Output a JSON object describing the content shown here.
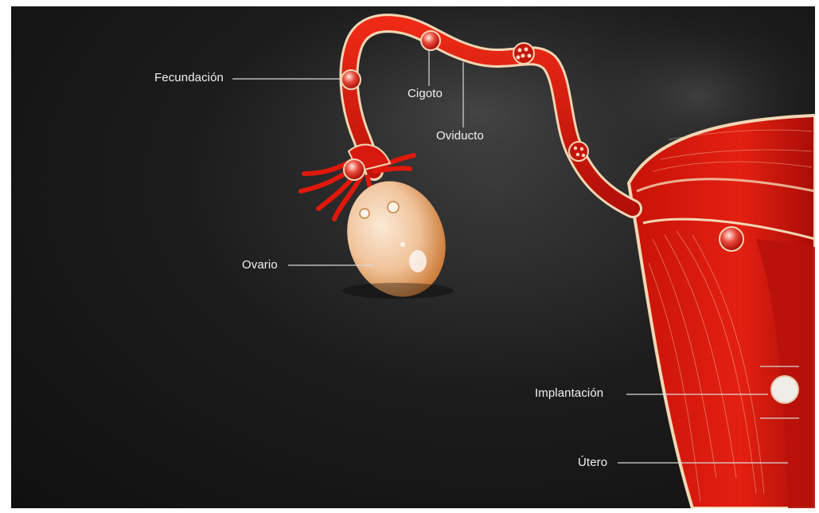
{
  "labels": {
    "fecundacion": "Fecundación",
    "cigoto": "Cigoto",
    "oviducto": "Oviducto",
    "ovario": "Ovario",
    "implantacion": "Implantación",
    "utero": "Útero"
  },
  "colors": {
    "background": "#141414",
    "tissue": "#d8190f",
    "tissue_dark": "#8e0c07",
    "outline": "#f3d6b4",
    "label_text": "#f2f2f2",
    "leader_line": "#d9d9d9"
  }
}
